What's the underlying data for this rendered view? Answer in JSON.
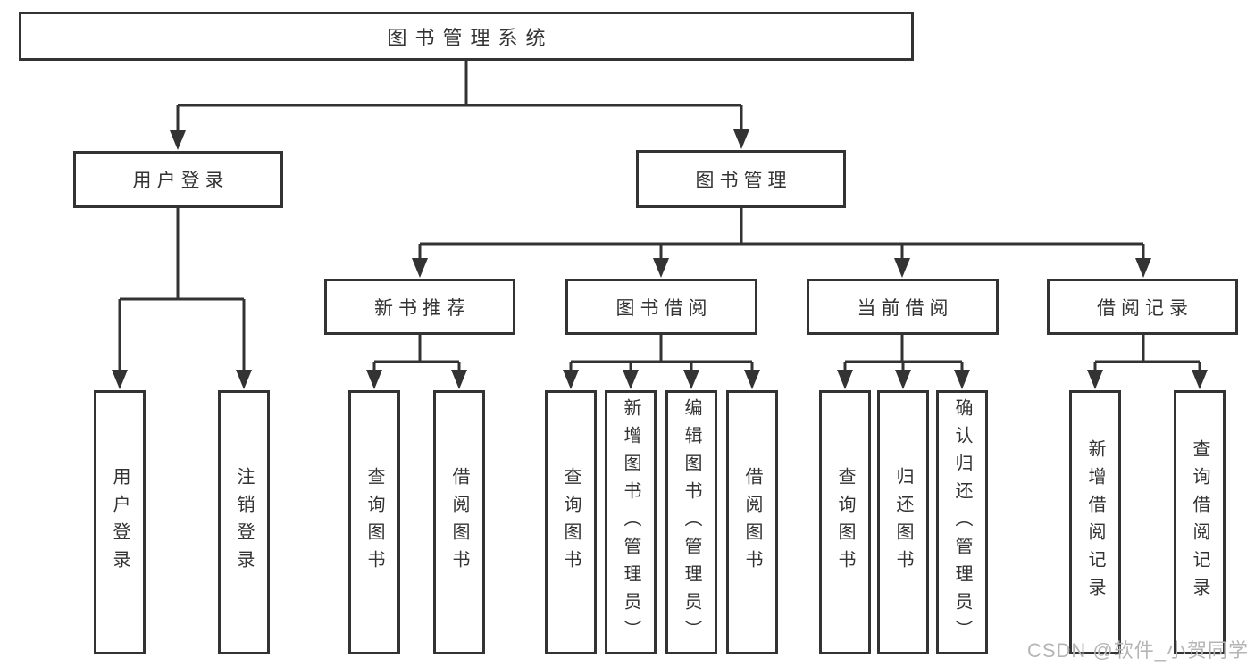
{
  "diagram_title": "图书管理系统",
  "tree": {
    "label": "图书管理系统",
    "children": [
      {
        "label": "用户登录",
        "children": [
          {
            "label": "用户登录"
          },
          {
            "label": "注销登录"
          }
        ]
      },
      {
        "label": "图书管理",
        "children": [
          {
            "label": "新书推荐",
            "children": [
              {
                "label": "查询图书"
              },
              {
                "label": "借阅图书"
              }
            ]
          },
          {
            "label": "图书借阅",
            "children": [
              {
                "label": "查询图书"
              },
              {
                "label": "新增图书（管理员）"
              },
              {
                "label": "编辑图书（管理员）"
              },
              {
                "label": "借阅图书"
              }
            ]
          },
          {
            "label": "当前借阅",
            "children": [
              {
                "label": "查询图书"
              },
              {
                "label": "归还图书"
              },
              {
                "label": "确认归还（管理员）"
              }
            ]
          },
          {
            "label": "借阅记录",
            "children": [
              {
                "label": "新增借阅记录"
              },
              {
                "label": "查询借阅记录"
              }
            ]
          }
        ]
      }
    ]
  },
  "watermark": {
    "text": "CSDN @软件_小贺同学"
  },
  "colors": {
    "line": "#333333",
    "box_border": "#333333",
    "text": "#333333",
    "watermark": "#b5b5b5",
    "background": "#ffffff"
  }
}
